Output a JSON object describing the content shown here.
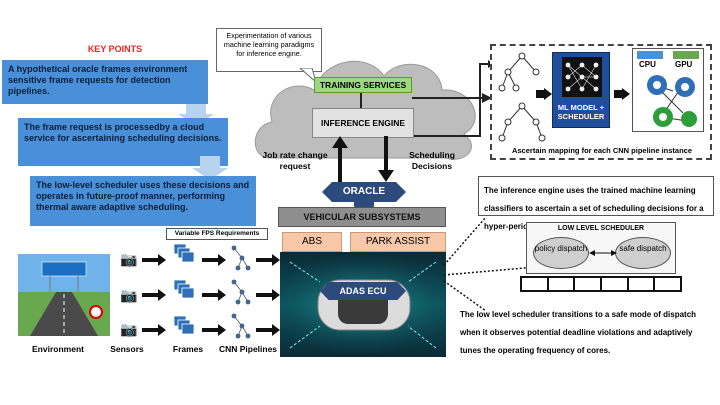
{
  "key_points": {
    "title": "KEY POINTS",
    "items": [
      "A hypothetical  oracle frames environment sensitive frame requests for detection pipelines.",
      "The frame request is processedby a cloud service for ascertaining scheduling decisions.",
      "The low-level scheduler uses these decisions and operates in future-proof manner, performing thermal aware adaptive scheduling."
    ]
  },
  "cloud": {
    "note": "Experimentation of various machine learning paradigms for inference engine.",
    "training_services": "TRAINING SERVICES",
    "inference_engine": "INFERENCE ENGINE",
    "job_rate_label": "Job rate change request",
    "scheduling_label": "Scheduling Decisions"
  },
  "ml_panel": {
    "model_label": "ML MODEL + SCHEDULER",
    "cpu_label": "CPU",
    "gpu_label": "GPU",
    "caption": "Ascertain mapping for each CNN pipeline instance"
  },
  "oracle": "ORACLE",
  "vehicular": {
    "title": "VEHICULAR SUBSYSTEMS",
    "abs": "ABS",
    "park_assist": "PARK ASSIST",
    "adas_ecu": "ADAS ECU"
  },
  "pipeline": {
    "fps_label": "Variable FPS Requirements",
    "labels": {
      "environment": "Environment",
      "sensors": "Sensors",
      "frames": "Frames",
      "cnn": "CNN Pipelines"
    }
  },
  "info_top": "The inference engine uses the trained machine learning classifiers to ascertain a set of scheduling decisions  for a hyper-period.",
  "low_level": {
    "title": "LOW LEVEL SCHEDULER",
    "policy": "policy dispatch",
    "safe": "safe dispatch"
  },
  "info_bottom": "The low level scheduler transitions to a safe mode of dispatch when it observes potential deadline violations and adaptively tunes the operating frequency of cores.",
  "colors": {
    "key_title": "#e8271e",
    "blue_box": "#4a90d9",
    "oracle": "#2c4a7c",
    "training": "#9fd684",
    "cpu": "#4a90d9",
    "gpu": "#6aa84f"
  }
}
